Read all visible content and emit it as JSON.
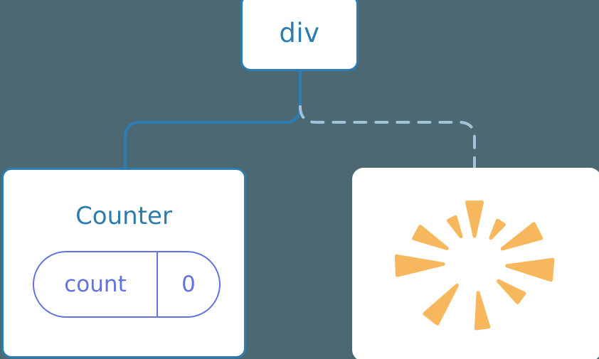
{
  "diagram": {
    "type": "component-tree",
    "background_color": "#4c6872",
    "nodes": [
      {
        "id": "div",
        "label": "div",
        "kind": "element-box",
        "border_color": "#2e7cb4",
        "fill_color": "#ffffff",
        "text_color": "#2d7cb0"
      },
      {
        "id": "counter",
        "label": "Counter",
        "kind": "component-box",
        "border_color": "#2e7cb4",
        "fill_color": "#ffffff",
        "text_color": "#2d7cb0",
        "state": {
          "key": "count",
          "value": "0",
          "accent_color": "#6272e0"
        }
      },
      {
        "id": "sparkle",
        "label": "",
        "kind": "highlight-box",
        "border_color": "none",
        "fill_color": "#ffffff",
        "burst": {
          "icon": "sparkle-burst-icon",
          "ray_color": "#f7b75c",
          "ray_count": 10,
          "rays": [
            {
              "angle": -90,
              "inner": 38,
              "outer": 86,
              "spread": 7.0
            },
            {
              "angle": -57,
              "inner": 42,
              "outer": 68,
              "spread": 4.5
            },
            {
              "angle": -27,
              "inner": 44,
              "outer": 100,
              "spread": 6.5
            },
            {
              "angle": 5,
              "inner": 46,
              "outer": 110,
              "spread": 7.5
            },
            {
              "angle": 37,
              "inner": 42,
              "outer": 82,
              "spread": 5.5
            },
            {
              "angle": 83,
              "inner": 42,
              "outer": 92,
              "spread": 5.5
            },
            {
              "angle": 128,
              "inner": 40,
              "outer": 100,
              "spread": 6.5
            },
            {
              "angle": 178,
              "inner": 44,
              "outer": 110,
              "spread": 7.0
            },
            {
              "angle": 208,
              "inner": 44,
              "outer": 92,
              "spread": 6.0
            },
            {
              "angle": 243,
              "inner": 42,
              "outer": 70,
              "spread": 4.5
            }
          ]
        }
      }
    ],
    "edges": [
      {
        "id": "div-to-counter",
        "from": "div",
        "to": "counter",
        "style": "solid",
        "color": "#2e7cb4",
        "width": 4
      },
      {
        "id": "div-to-sparkle",
        "from": "div",
        "to": "sparkle",
        "style": "dashed",
        "color": "#9fc4d8",
        "width": 4,
        "dash": "16 14"
      }
    ]
  }
}
